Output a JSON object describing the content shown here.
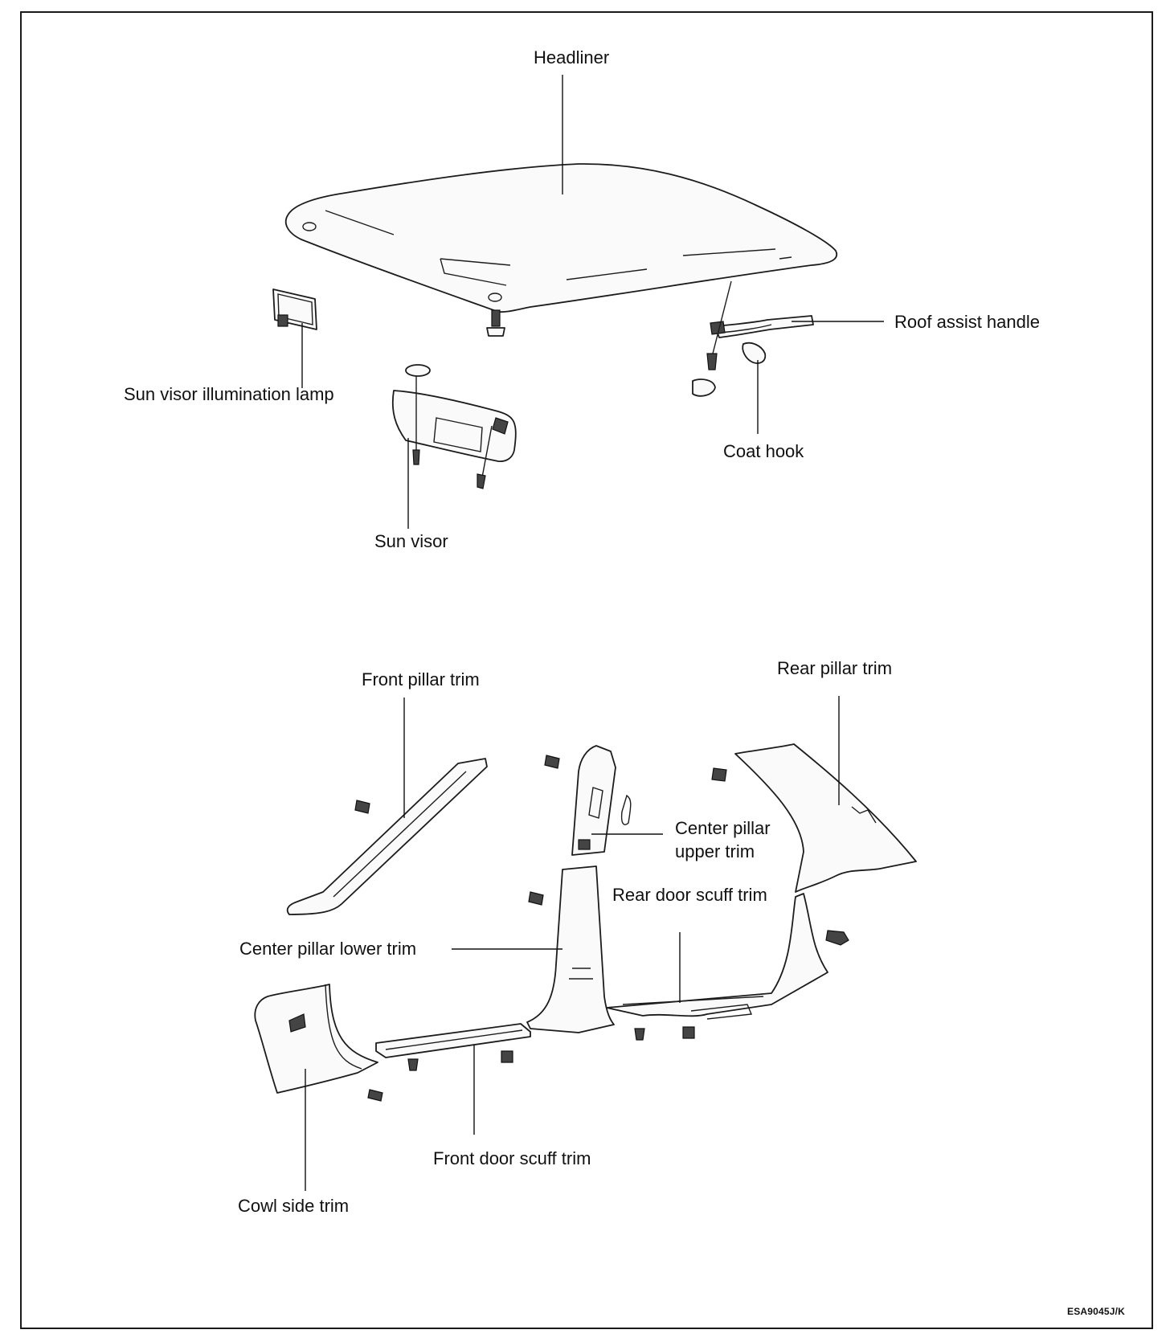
{
  "labels": {
    "headliner": "Headliner",
    "roof_assist_handle": "Roof assist handle",
    "sun_visor_lamp": "Sun visor illumination lamp",
    "coat_hook": "Coat hook",
    "sun_visor": "Sun visor",
    "front_pillar_trim": "Front pillar trim",
    "rear_pillar_trim": "Rear pillar trim",
    "center_pillar_upper_1": "Center pillar",
    "center_pillar_upper_2": "upper trim",
    "rear_door_scuff_trim": "Rear door scuff trim",
    "center_pillar_lower_trim": "Center pillar lower trim",
    "front_door_scuff_trim": "Front door scuff trim",
    "cowl_side_trim": "Cowl side trim"
  },
  "figure_code": "ESA9045J/K"
}
